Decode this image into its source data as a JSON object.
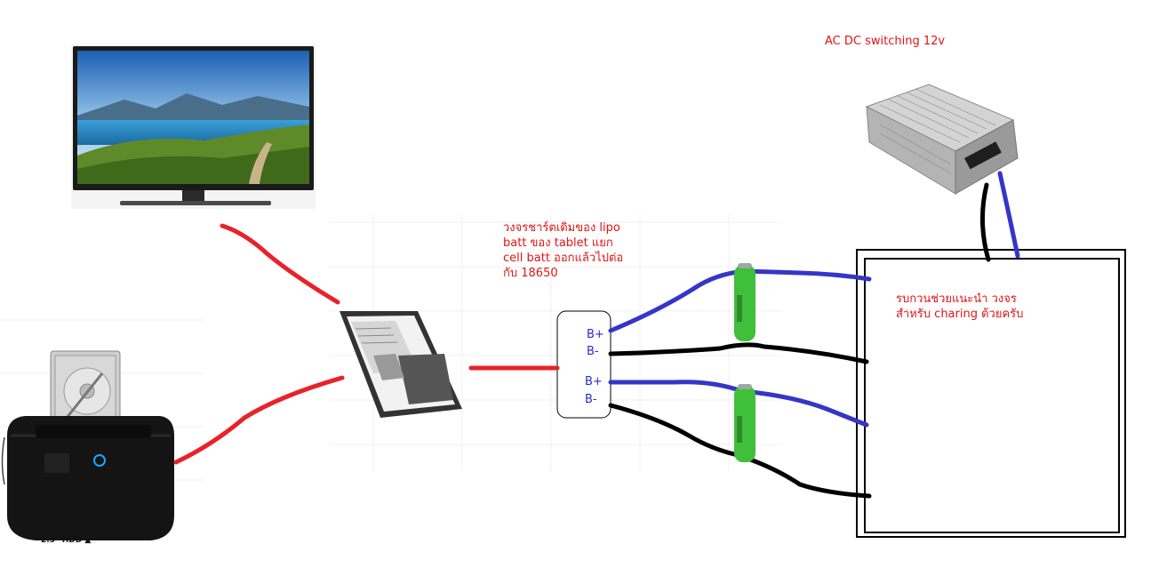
{
  "labels": {
    "psu_title": "AC DC switching 12v",
    "charger_note": [
      "วงจรชาร์ตเดิมของ lipo",
      "batt ของ tablet แยก",
      "cell batt ออกแล้วไปต่อ",
      "กับ 18650"
    ],
    "request_note": [
      "รบกวนช่วยแนะนำ วงจร",
      "สำหรับ charing ด้วยครับ"
    ],
    "hdd_caption": "2.5\" HDD ▲"
  },
  "board": {
    "pins": [
      "B+",
      "B-",
      "B+",
      "B-"
    ]
  },
  "colors": {
    "red_wire": "#e8222a",
    "blue_wire": "#3535c8",
    "black_wire": "#000000",
    "label_red": "#e01515",
    "label_blue": "#2a2ad0",
    "battery_green": "#3fbf3a"
  },
  "icons": [
    "tv-icon",
    "hdd-dock-icon",
    "tablet-icon",
    "power-supply-icon",
    "battery-18650-icon"
  ]
}
